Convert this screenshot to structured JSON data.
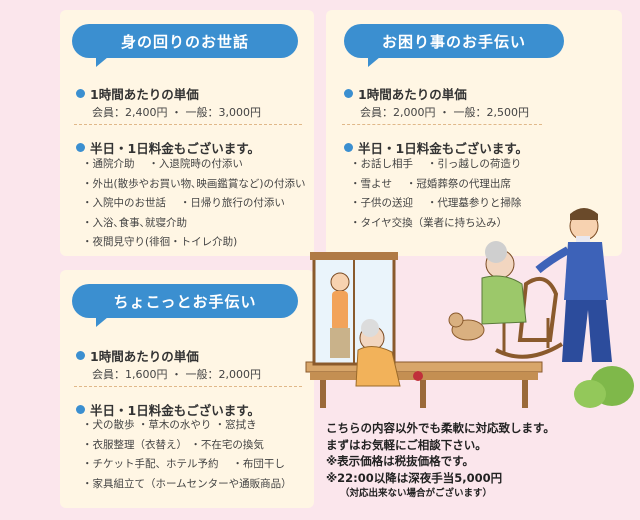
{
  "cards": [
    {
      "title": "身の回りのお世話",
      "unit_label": "1時間あたりの単価",
      "price": "会員：2,400円 ・ 一般：3,000円",
      "half_day": "半日・1日料金もございます。",
      "items": [
        "・通院介助　 ・入退院時の付添い",
        "・外出(散歩やお買い物､映画鑑賞など)の付添い",
        "・入院中のお世話　 ・日帰り旅行の付添い",
        "・入浴､食事､就寝介助",
        "・夜間見守り(徘徊・トイレ介助)"
      ]
    },
    {
      "title": "お困り事のお手伝い",
      "unit_label": "1時間あたりの単価",
      "price": "会員：2,000円 ・ 一般：2,500円",
      "half_day": "半日・1日料金もございます。",
      "items": [
        "・お話し相手　 ・引っ越しの荷造り",
        "・雪よせ　 ・冠婚葬祭の代理出席",
        "・子供の送迎　 ・代理墓参りと掃除",
        "・タイヤ交換（業者に持ち込み）"
      ]
    },
    {
      "title": "ちょこっとお手伝い",
      "unit_label": "1時間あたりの単価",
      "price": "会員：1,600円 ・ 一般：2,000円",
      "half_day": "半日・1日料金もございます。",
      "items": [
        "・犬の散歩 ・草木の水やり ・窓拭き",
        "・衣服整理（衣替え） ・不在宅の換気",
        "・チケット手配、ホテル予約　 ・布団干し",
        "・家具組立て（ホームセンターや通販商品）"
      ]
    }
  ],
  "notes": {
    "line1": "こちらの内容以外でも柔軟に対応致します。",
    "line2": "まずはお気軽にご相談下さい。",
    "line3": "※表示価格は税抜価格です。",
    "line4": "※22:00以降は深夜手当5,000円",
    "line5": "（対応出来ない場合がございます）"
  },
  "colors": {
    "accent": "#3b8fd0",
    "card": "#fff6e4",
    "page": "#fbe6ec"
  },
  "icons": {
    "bullet": "blue-dot-icon",
    "illustration": "caregivers-illustration"
  }
}
